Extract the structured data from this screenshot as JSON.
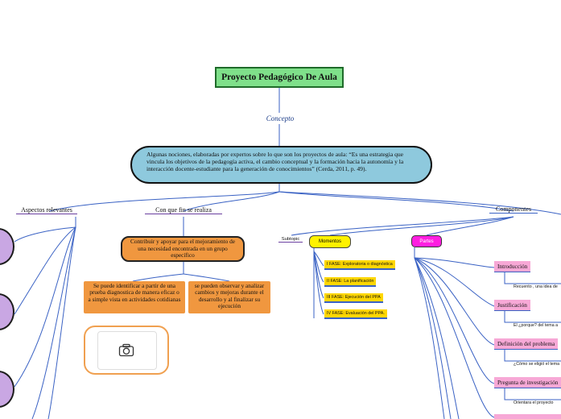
{
  "root": {
    "title": "Proyecto Pedagógico De Aula"
  },
  "concept": {
    "label": "Concepto",
    "text": "Algunas nociones, elaboradas por expertos sobre lo que son los proyectos de aula: “Es una estrategia que vincula los objetivos de la pedagogía activa, el cambio conceptual y la formación hacia la autonomía y la interacción docente-estudiante para la generación de conocimientos” (Cerda, 2011, p. 49)."
  },
  "branches": {
    "aspects": {
      "label": "Aspectos relevantes"
    },
    "purpose": {
      "label": "Con que fin se realiza",
      "main": "Contribuir y apoyar para el mejoramiento de una necesidad encontrada en un grupo específico",
      "sub1": "Se puede identificar a partir de una prueba diagnostica de manera eficaz o a simple vista en actividades cotidianas",
      "sub2": "se pueden observar y analizar cambios y mejoras durante el desarrollo y al finalizar su ejecución"
    },
    "components": {
      "label": "Componentes",
      "subtopic": "Subtopic",
      "moments": {
        "label": "Momentos",
        "items": [
          "I FASE: Exploratoria o diagnóstica",
          "II FASE: La planificación",
          "III FASE: Ejecución del PPA",
          "IV FASE: Evaluación del PPA."
        ]
      },
      "parts": {
        "label": "Partes",
        "items": [
          {
            "label": "Introducción",
            "note": "Recuento , una idea de"
          },
          {
            "label": "Justificación",
            "note": "El ¿porque? del tema a"
          },
          {
            "label": "Definición del problema",
            "note": "¿Cómo se eligió el tema"
          },
          {
            "label": "Pregunta de investigación",
            "note": "Orientara el proyecto"
          }
        ]
      }
    }
  },
  "colors": {
    "root_fill": "#7fe08a",
    "concept_fill": "#8ec9dd",
    "purpose_fill": "#f0973f",
    "aspect_circle": "#c9a7e3",
    "moments_fill": "#fff200",
    "parts_fill": "#ff1ee0",
    "part_item_fill": "#f7a8d6",
    "line": "#3a62c4"
  },
  "icons": {
    "image_placeholder": "camera-icon"
  }
}
